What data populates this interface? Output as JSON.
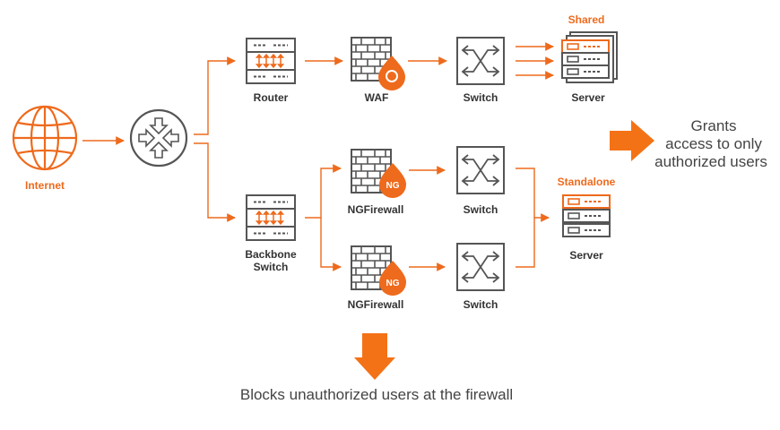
{
  "nodes": {
    "internet": "Internet",
    "router": "Router",
    "waf": "WAF",
    "switch_top": "Switch",
    "shared_tag": "Shared",
    "server_top": "Server",
    "ngfw_upper": "NGFirewall",
    "switch_mid": "Switch",
    "backbone_line1": "Backbone",
    "backbone_line2": "Switch",
    "ngfw_lower": "NGFirewall",
    "switch_low": "Switch",
    "standalone_tag": "Standalone",
    "server_standalone": "Server",
    "ng_badge": "NG"
  },
  "callouts": {
    "grants_line1": "Grants",
    "grants_line2": "access to only",
    "grants_line3": "authorized users",
    "blocks": "Blocks unauthorized users at the firewall"
  },
  "colors": {
    "accent": "#ee6a1c",
    "line": "#555555",
    "text": "#333333"
  },
  "icons": [
    "globe-icon",
    "router-icon",
    "server-rack-icon",
    "firewall-icon",
    "switch-icon",
    "server-icon",
    "arrow-right-icon",
    "arrow-down-icon"
  ]
}
